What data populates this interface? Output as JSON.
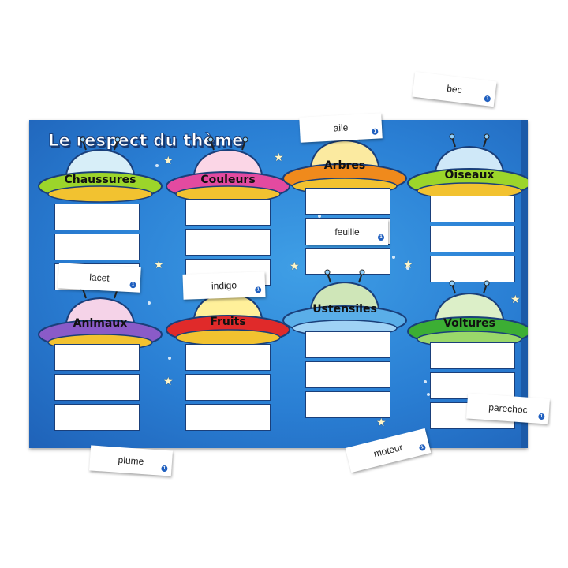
{
  "board": {
    "title": "Le respect du thème",
    "categories": [
      {
        "label": "Chaussures",
        "color": "#9cd52a",
        "dome": "#d7eef8"
      },
      {
        "label": "Couleurs",
        "color": "#e34aa0",
        "dome": "#fbd6e6"
      },
      {
        "label": "Arbres",
        "color": "#f08a1c",
        "dome": "#fbeaa0"
      },
      {
        "label": "Oiseaux",
        "color": "#9cd52a",
        "dome": "#cfe8f8"
      },
      {
        "label": "Animaux",
        "color": "#8a5bc8",
        "dome": "#f5d3e8"
      },
      {
        "label": "Fruits",
        "color": "#e02a2a",
        "dome": "#fff09a"
      },
      {
        "label": "Ustensiles",
        "color": "#5aaee8",
        "dome": "#cfe6b8"
      },
      {
        "label": "Voitures",
        "color": "#3cae34",
        "dome": "#dcefc8"
      }
    ]
  },
  "cards": {
    "bec": "bec",
    "aile": "aile",
    "feuille": "feuille",
    "lacet": "lacet",
    "indigo": "indigo",
    "parechoc": "parechoc",
    "moteur": "moteur",
    "plume": "plume",
    "badge": "1"
  },
  "colors": {
    "board": "#2a7fd4",
    "badge": "#1f5fbf"
  }
}
